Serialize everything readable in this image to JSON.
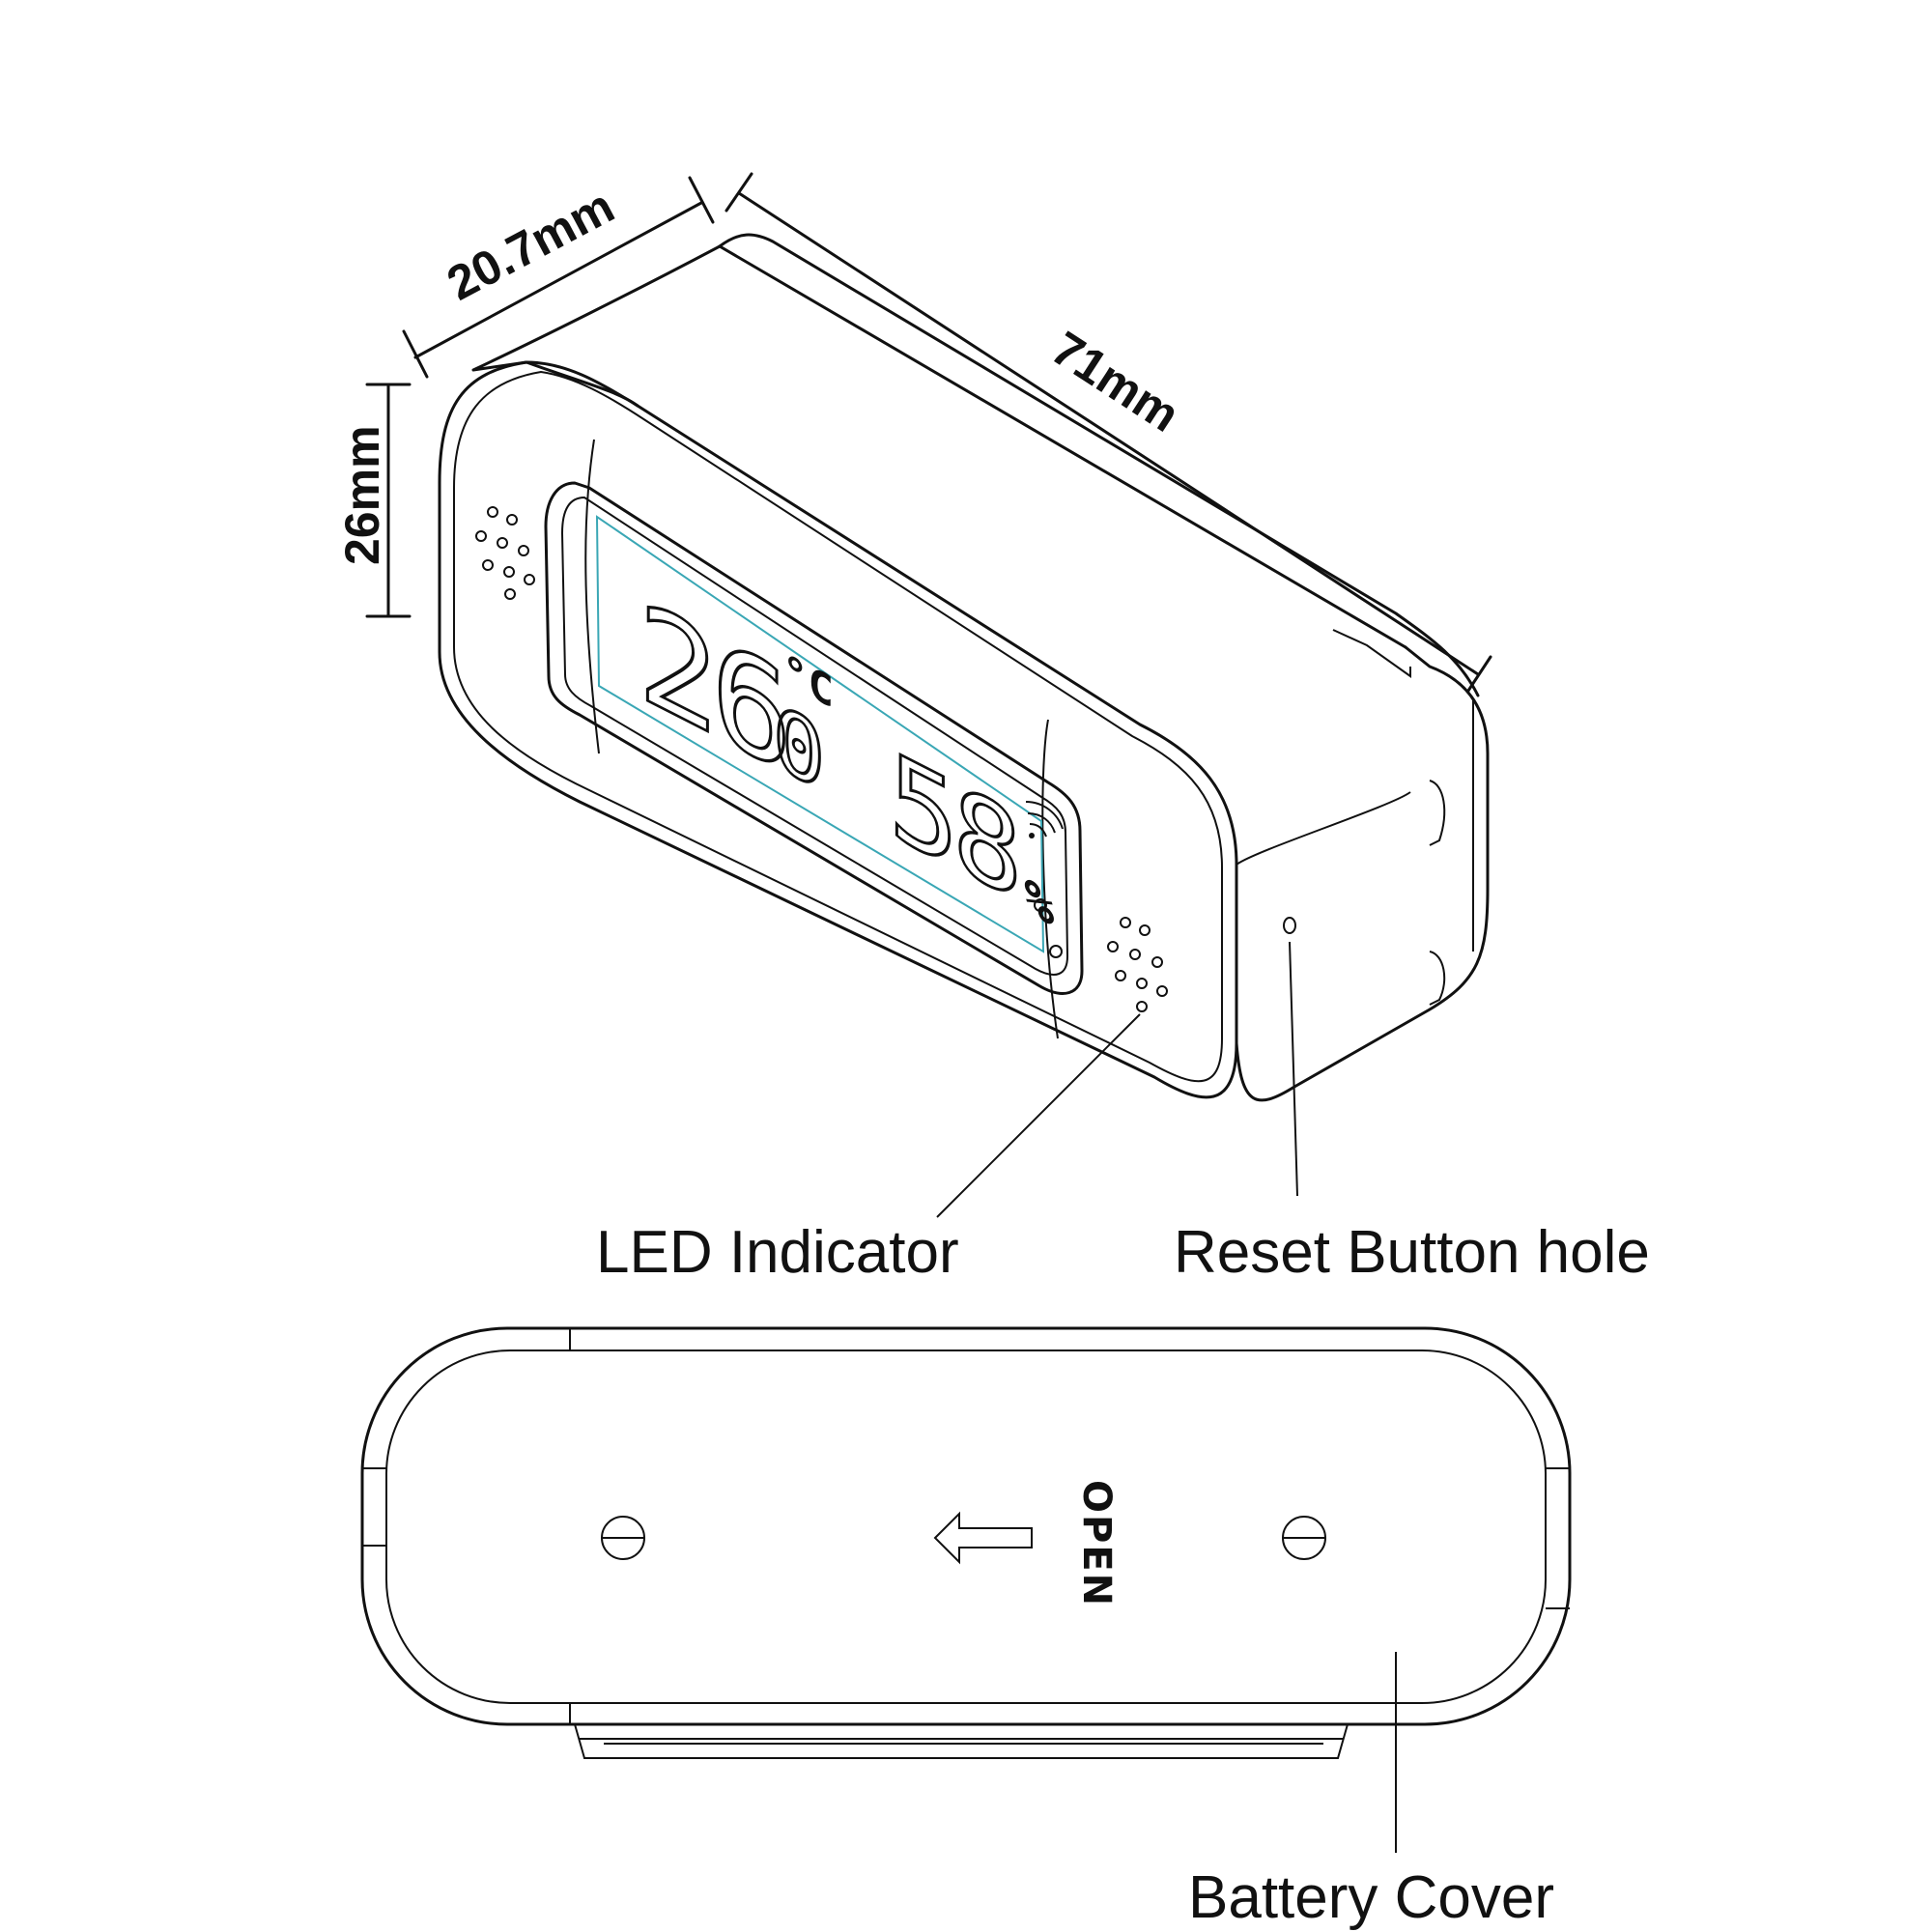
{
  "dimensions": {
    "depth": "20.7mm",
    "length": "71mm",
    "height": "26mm"
  },
  "display": {
    "temperature": "26",
    "temperature_decimal": "0",
    "temperature_unit": "°C",
    "humidity": "58",
    "humidity_unit": "%"
  },
  "callouts": {
    "led_indicator": "LED Indicator",
    "reset_hole": "Reset Button hole",
    "battery_cover": "Battery Cover"
  },
  "battery_cover": {
    "open_label": "OPEN",
    "arrow_icon": "arrow-left-icon"
  },
  "colors": {
    "line": "#111111",
    "lcd_tint": "#3aa7b5",
    "background": "#ffffff"
  }
}
